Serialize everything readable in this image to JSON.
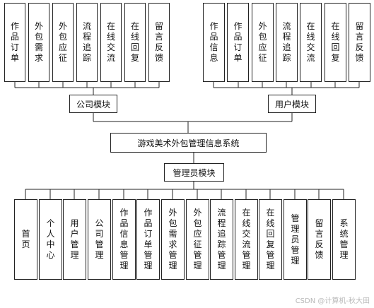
{
  "root": "游戏美术外包管理信息系统",
  "company_module": {
    "label": "公司模块",
    "items": [
      "作品订单",
      "外包需求",
      "外包应征",
      "流程追踪",
      "在线交流",
      "在线回复",
      "留言反馈"
    ]
  },
  "user_module": {
    "label": "用户模块",
    "items": [
      "作品信息",
      "作品订单",
      "外包应征",
      "流程追踪",
      "在线交流",
      "在线回复",
      "留言反馈"
    ]
  },
  "admin_module": {
    "label": "管理员模块",
    "items": [
      "首页",
      "个人中心",
      "用户管理",
      "公司管理",
      "作品信息管理",
      "作品订单管理",
      "外包需求管理",
      "外包应征管理",
      "流程追踪管理",
      "在线交流管理",
      "在线回复管理",
      "管理员管理",
      "留言反馈",
      "系统管理"
    ]
  },
  "watermark": "CSDN @计算机-秋大田"
}
